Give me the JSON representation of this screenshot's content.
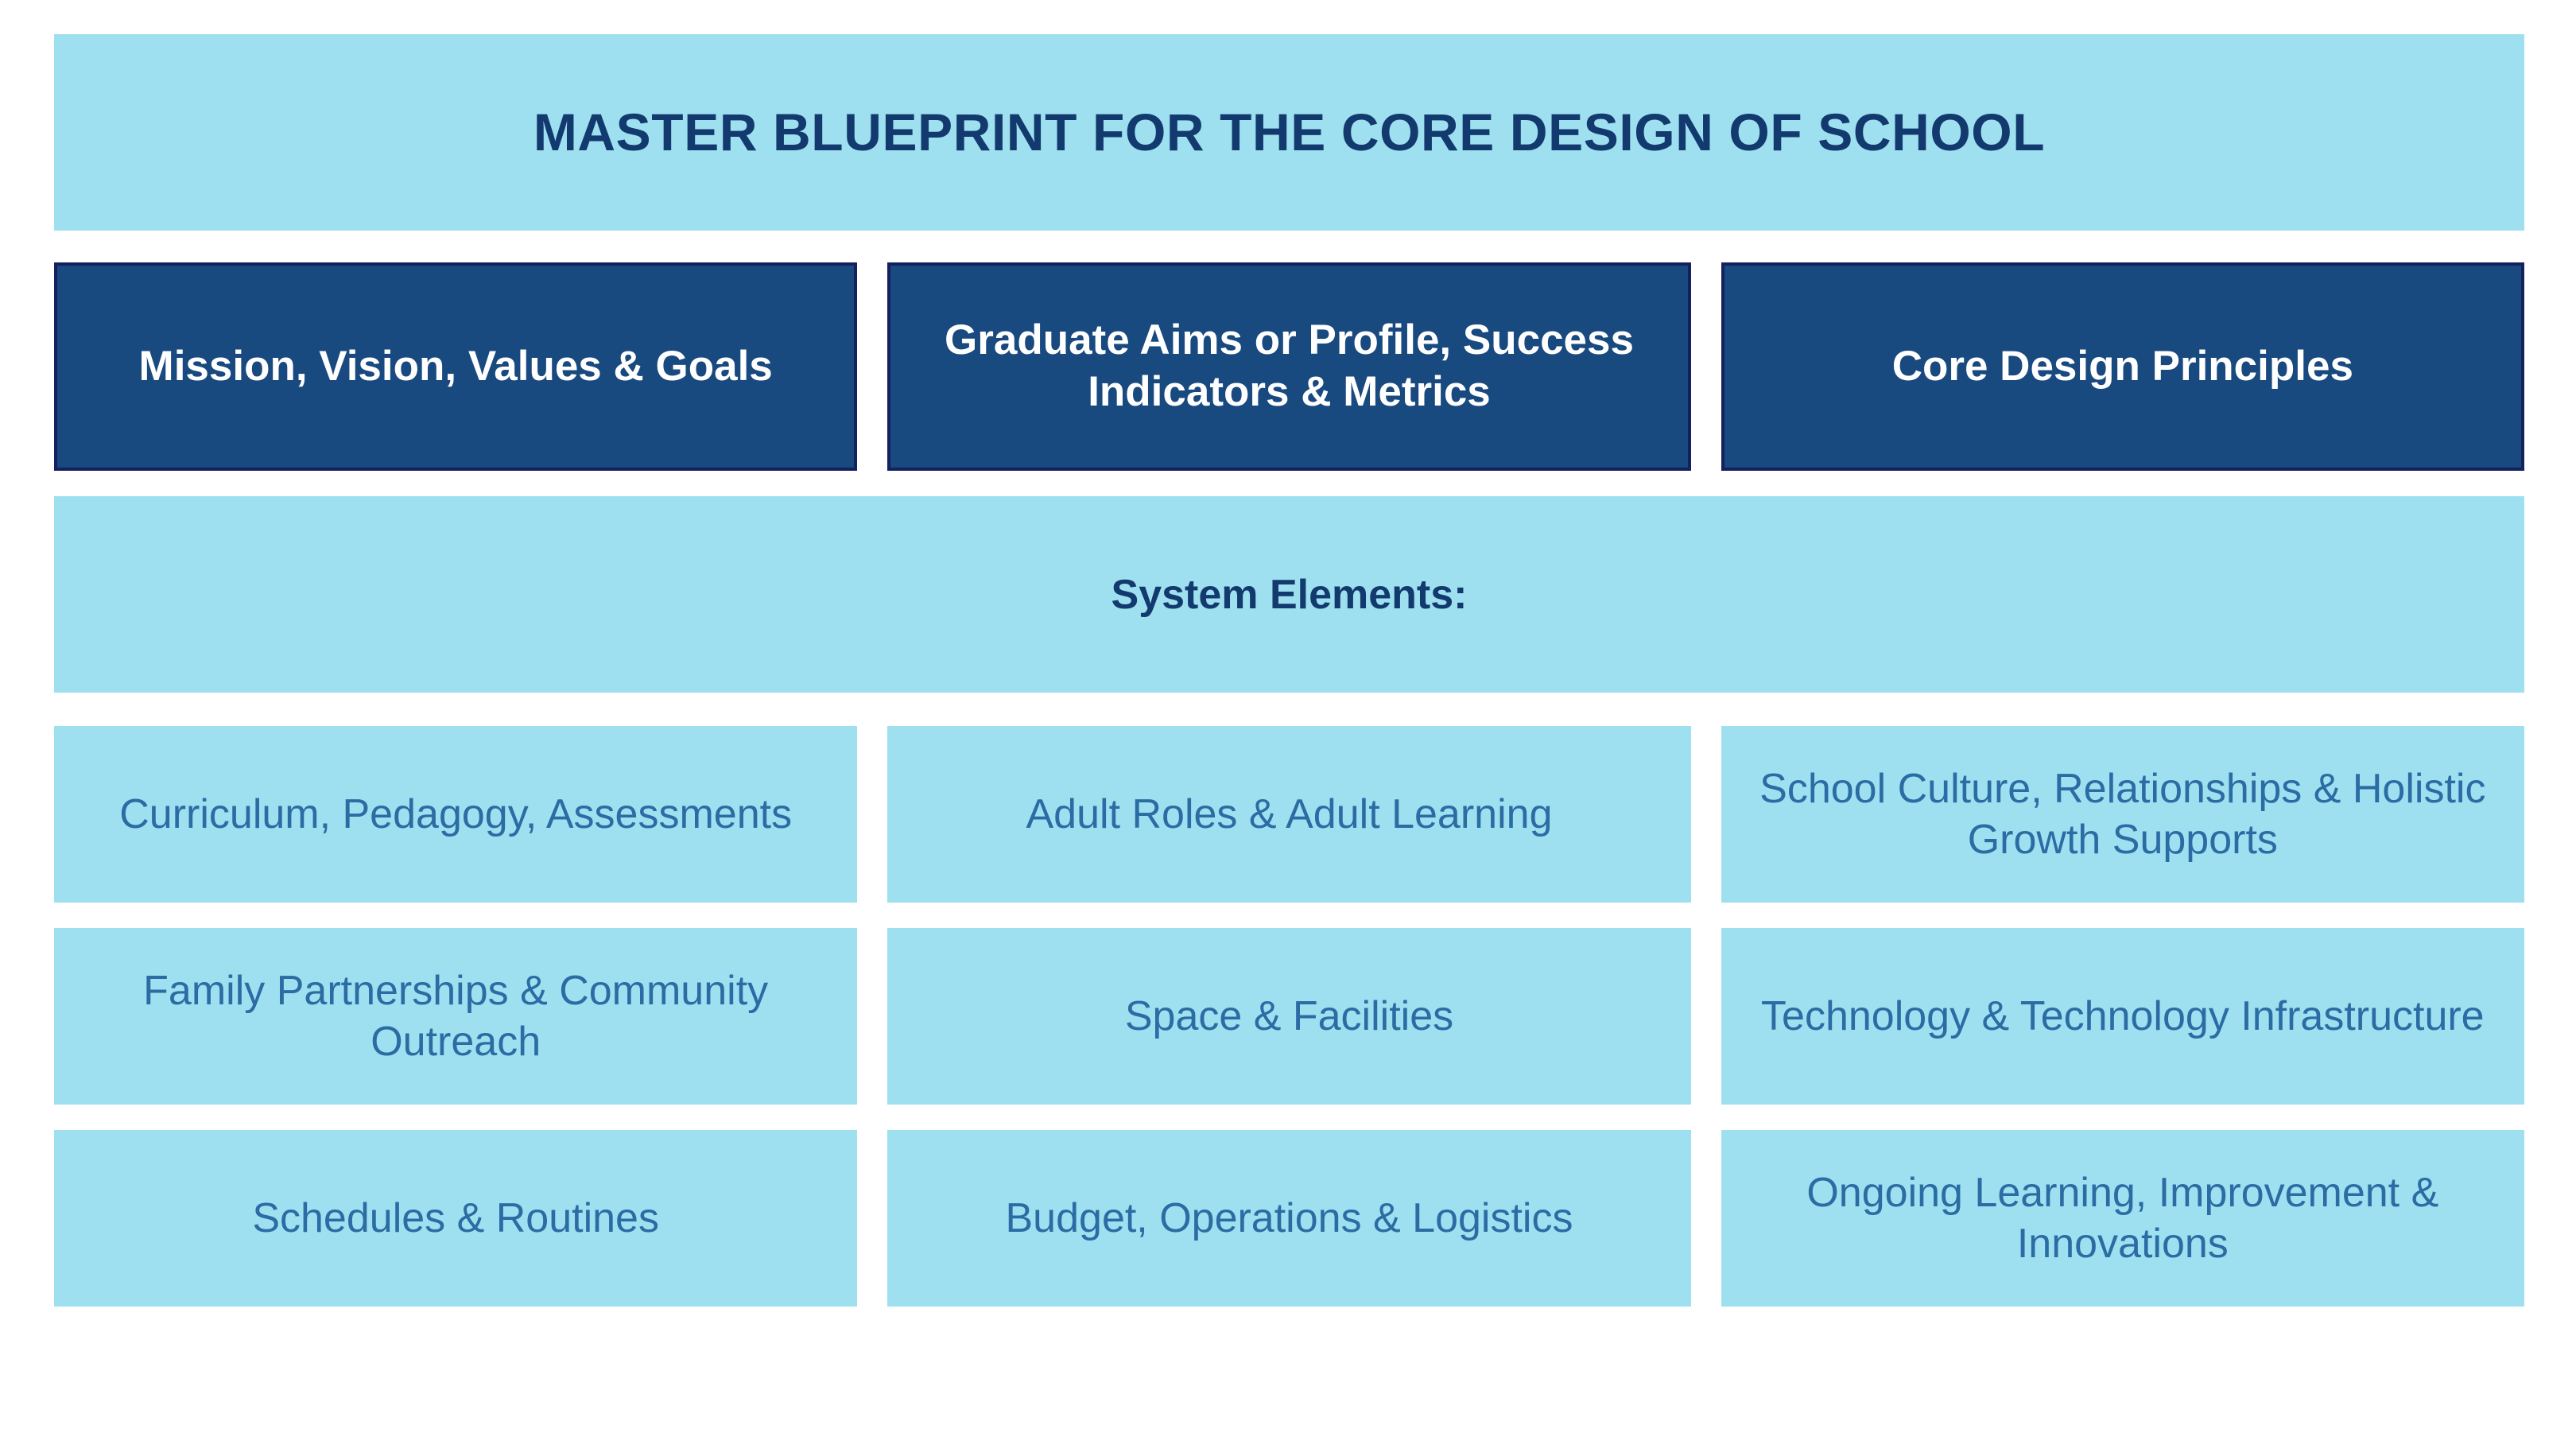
{
  "colors": {
    "panel_light": "#9ee0ef",
    "panel_dark": "#18497f",
    "panel_dark_border": "#15205e",
    "title_text": "#123a6e",
    "pillar_text": "#ffffff",
    "element_text": "#2a6ca3",
    "background": "#ffffff"
  },
  "title": {
    "text": "MASTER BLUEPRINT FOR THE CORE DESIGN OF SCHOOL"
  },
  "pillars": [
    {
      "label": "Mission, Vision, Values & Goals"
    },
    {
      "label": "Graduate Aims or Profile, Success Indicators & Metrics"
    },
    {
      "label": "Core Design Principles"
    }
  ],
  "system_elements": {
    "heading": "System Elements:",
    "rows": [
      [
        {
          "label": "Curriculum, Pedagogy, Assessments"
        },
        {
          "label": "Adult Roles & Adult Learning"
        },
        {
          "label": "School Culture, Relationships & Holistic Growth Supports"
        }
      ],
      [
        {
          "label": "Family Partnerships & Community Outreach"
        },
        {
          "label": "Space & Facilities"
        },
        {
          "label": "Technology & Technology Infrastructure"
        }
      ],
      [
        {
          "label": "Schedules & Routines"
        },
        {
          "label": "Budget, Operations & Logistics"
        },
        {
          "label": "Ongoing Learning, Improvement & Innovations"
        }
      ]
    ]
  }
}
